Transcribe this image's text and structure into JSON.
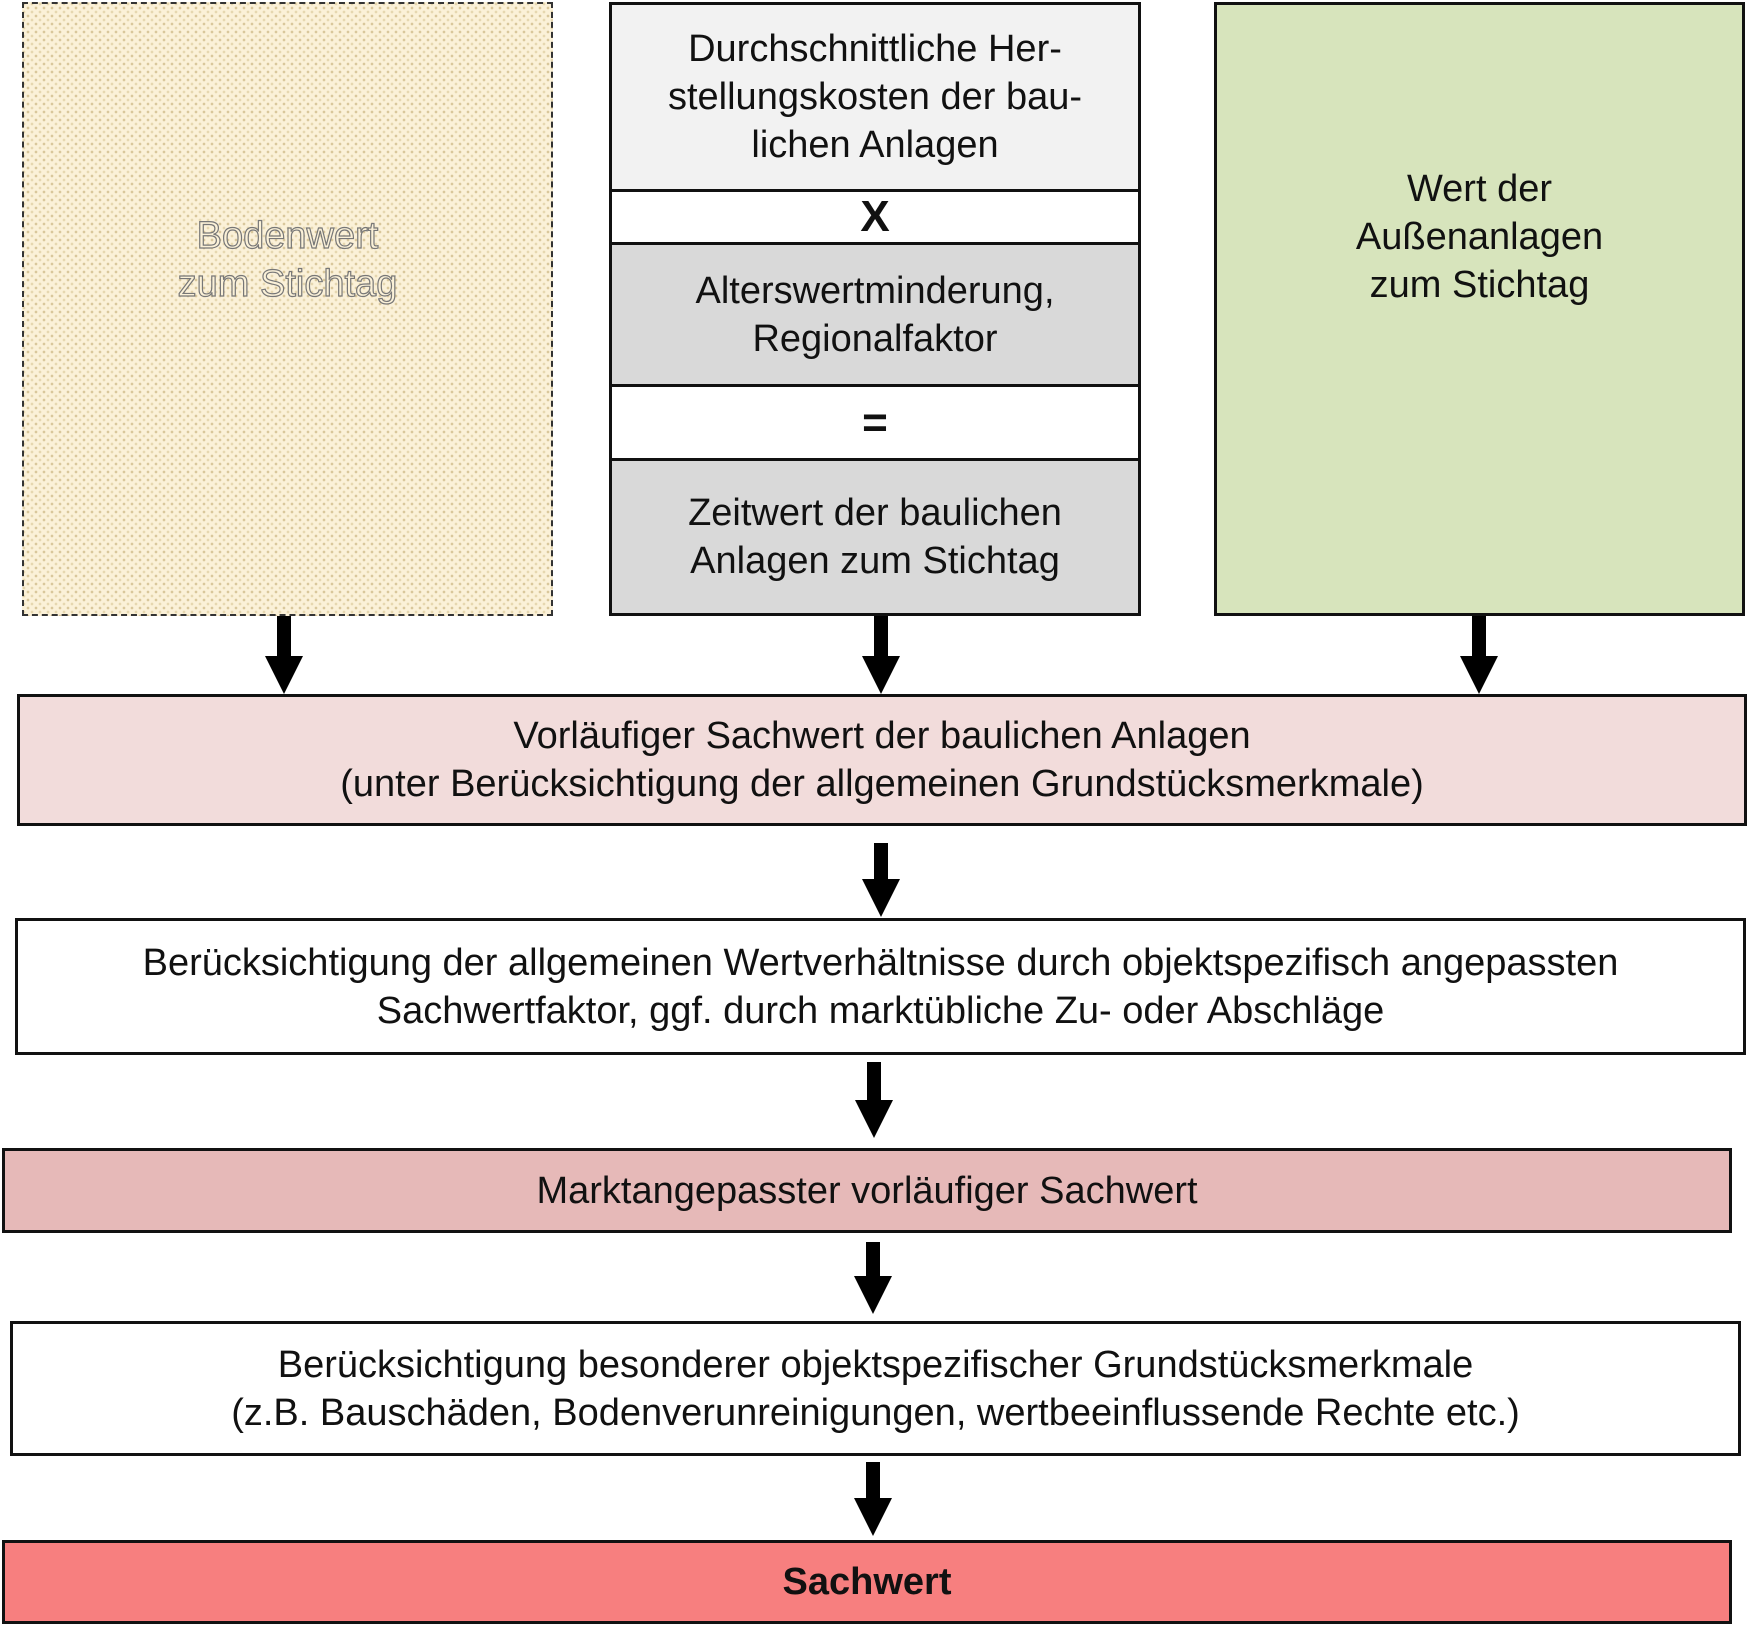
{
  "boxes": {
    "bodenwert": "Bodenwert\nzum Stichtag",
    "herstellungskosten": "Durchschnittliche Her-\nstellungskosten der bau-\nlichen Anlagen",
    "mal": "X",
    "alterswertminderung": "Alterswertminderung,\nRegionalfaktor",
    "gleich": "=",
    "zeitwert": "Zeitwert der baulichen\nAnlagen zum Stichtag",
    "aussenanlagen": "Wert der\nAußenanlagen\nzum Stichtag",
    "vorlaeufiger_sachwert": "Vorläufiger Sachwert der baulichen Anlagen\n(unter Berücksichtigung der allgemeinen Grundstücksmerkmale)",
    "wertverhaeltnisse": "Berücksichtigung der allgemeinen Wertverhältnisse durch objektspezifisch angepassten\nSachwertfaktor, ggf. durch marktübliche Zu- oder Abschläge",
    "marktangepasst": "Marktangepasster vorläufiger Sachwert",
    "besondere_merkmale": "Berücksichtigung besonderer objektspezifischer Grundstücksmerkmale\n(z.B. Bauschäden, Bodenverunreinigungen, wertbeeinflussende Rechte etc.)",
    "sachwert": "Sachwert"
  },
  "colors": {
    "bodenwert": "#fbf1d8",
    "herstellungskosten": "#f2f2f2",
    "alterswertminderung": "#d9d9d9",
    "zeitwert": "#d9d9d9",
    "aussenanlagen": "#d7e4bc",
    "vorlaeufiger_sachwert": "#f2dcdb",
    "marktangepasst": "#e6b9b8",
    "sachwert": "#f77f7f",
    "arrow": "#000000"
  }
}
